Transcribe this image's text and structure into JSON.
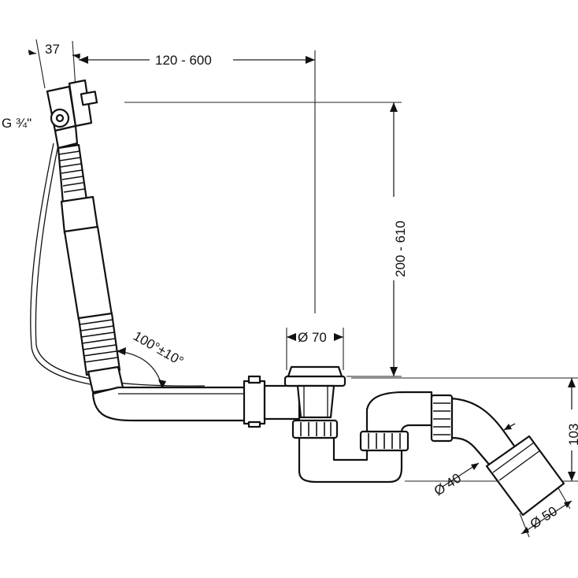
{
  "dimensions": {
    "width_37": "37",
    "length_120_600": "120 - 600",
    "height_200_610": "200 - 610",
    "thread_g34": "G ¾\"",
    "angle_100": "100°±10°",
    "dia_70": "Ø 70",
    "height_103": "103",
    "dia_40": "Ø 40",
    "dia_50": "Ø 50"
  }
}
